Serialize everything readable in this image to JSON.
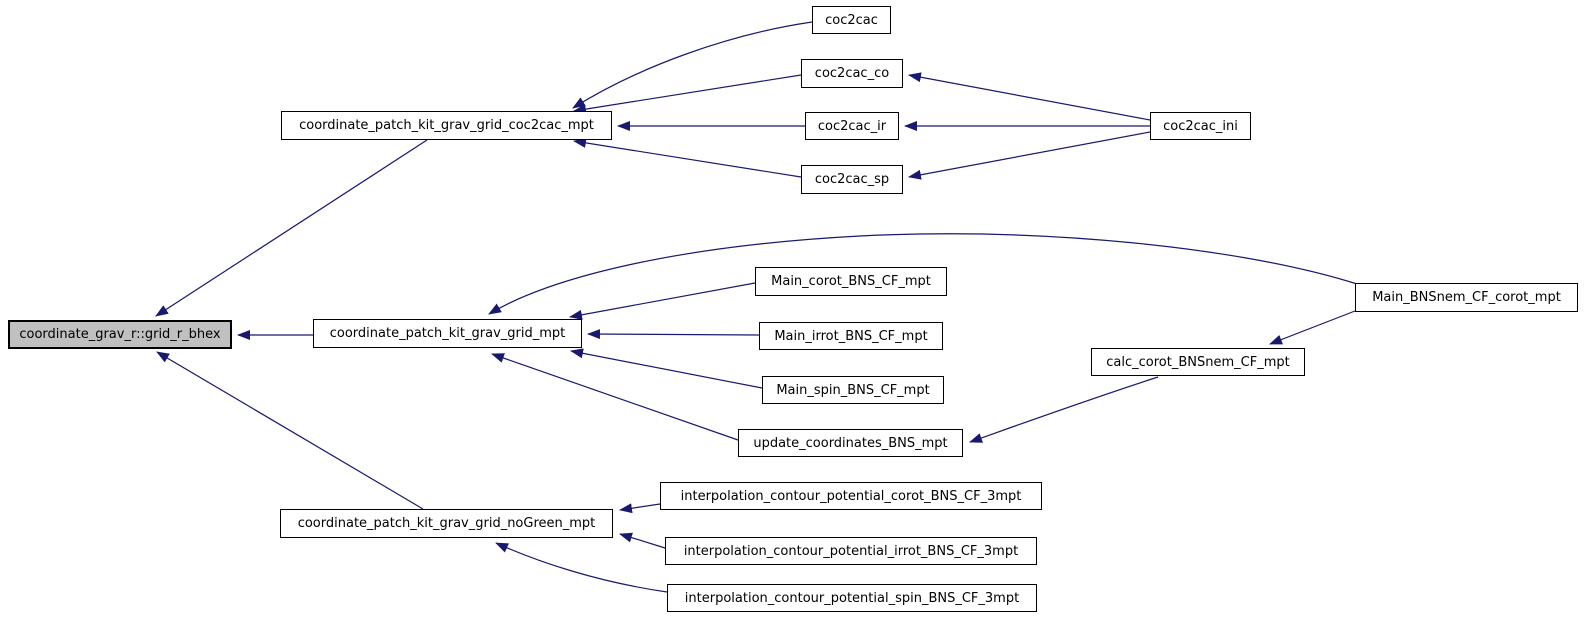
{
  "graph": {
    "type": "call-graph",
    "nodes": [
      {
        "id": "grid_r_bhex",
        "label": "coordinate_grav_r::grid_r_bhex",
        "highlighted": true
      },
      {
        "id": "coc2cac_mpt",
        "label": "coordinate_patch_kit_grav_grid_coc2cac_mpt",
        "highlighted": false
      },
      {
        "id": "coc2cac",
        "label": "coc2cac",
        "highlighted": false
      },
      {
        "id": "coc2cac_co",
        "label": "coc2cac_co",
        "highlighted": false
      },
      {
        "id": "coc2cac_ir",
        "label": "coc2cac_ir",
        "highlighted": false
      },
      {
        "id": "coc2cac_sp",
        "label": "coc2cac_sp",
        "highlighted": false
      },
      {
        "id": "coc2cac_ini",
        "label": "coc2cac_ini",
        "highlighted": false
      },
      {
        "id": "grid_mpt",
        "label": "coordinate_patch_kit_grav_grid_mpt",
        "highlighted": false
      },
      {
        "id": "Main_corot_BNS_CF_mpt",
        "label": "Main_corot_BNS_CF_mpt",
        "highlighted": false
      },
      {
        "id": "Main_irrot_BNS_CF_mpt",
        "label": "Main_irrot_BNS_CF_mpt",
        "highlighted": false
      },
      {
        "id": "Main_spin_BNS_CF_mpt",
        "label": "Main_spin_BNS_CF_mpt",
        "highlighted": false
      },
      {
        "id": "update_coordinates_BNS_mpt",
        "label": "update_coordinates_BNS_mpt",
        "highlighted": false
      },
      {
        "id": "calc_corot_BNSnem_CF_mpt",
        "label": "calc_corot_BNSnem_CF_mpt",
        "highlighted": false
      },
      {
        "id": "Main_BNSnem_CF_corot_mpt",
        "label": "Main_BNSnem_CF_corot_mpt",
        "highlighted": false
      },
      {
        "id": "noGreen_mpt",
        "label": "coordinate_patch_kit_grav_grid_noGreen_mpt",
        "highlighted": false
      },
      {
        "id": "interp_corot",
        "label": "interpolation_contour_potential_corot_BNS_CF_3mpt",
        "highlighted": false
      },
      {
        "id": "interp_irrot",
        "label": "interpolation_contour_potential_irrot_BNS_CF_3mpt",
        "highlighted": false
      },
      {
        "id": "interp_spin",
        "label": "interpolation_contour_potential_spin_BNS_CF_3mpt",
        "highlighted": false
      }
    ],
    "edges": [
      {
        "from": "coc2cac_mpt",
        "to": "grid_r_bhex"
      },
      {
        "from": "grid_mpt",
        "to": "grid_r_bhex"
      },
      {
        "from": "noGreen_mpt",
        "to": "grid_r_bhex"
      },
      {
        "from": "coc2cac",
        "to": "coc2cac_mpt"
      },
      {
        "from": "coc2cac_co",
        "to": "coc2cac_mpt"
      },
      {
        "from": "coc2cac_ir",
        "to": "coc2cac_mpt"
      },
      {
        "from": "coc2cac_sp",
        "to": "coc2cac_mpt"
      },
      {
        "from": "coc2cac_ini",
        "to": "coc2cac_co"
      },
      {
        "from": "coc2cac_ini",
        "to": "coc2cac_ir"
      },
      {
        "from": "coc2cac_ini",
        "to": "coc2cac_sp"
      },
      {
        "from": "Main_BNSnem_CF_corot_mpt",
        "to": "grid_mpt"
      },
      {
        "from": "Main_corot_BNS_CF_mpt",
        "to": "grid_mpt"
      },
      {
        "from": "Main_irrot_BNS_CF_mpt",
        "to": "grid_mpt"
      },
      {
        "from": "Main_spin_BNS_CF_mpt",
        "to": "grid_mpt"
      },
      {
        "from": "update_coordinates_BNS_mpt",
        "to": "grid_mpt"
      },
      {
        "from": "calc_corot_BNSnem_CF_mpt",
        "to": "update_coordinates_BNS_mpt"
      },
      {
        "from": "Main_BNSnem_CF_corot_mpt",
        "to": "calc_corot_BNSnem_CF_mpt"
      },
      {
        "from": "interp_corot",
        "to": "noGreen_mpt"
      },
      {
        "from": "interp_irrot",
        "to": "noGreen_mpt"
      },
      {
        "from": "interp_spin",
        "to": "noGreen_mpt"
      }
    ]
  },
  "colors": {
    "edge": "#191970",
    "node_border": "#000000",
    "node_fill": "#ffffff",
    "highlight_fill": "#c0c0c0",
    "background": "#ffffff"
  }
}
